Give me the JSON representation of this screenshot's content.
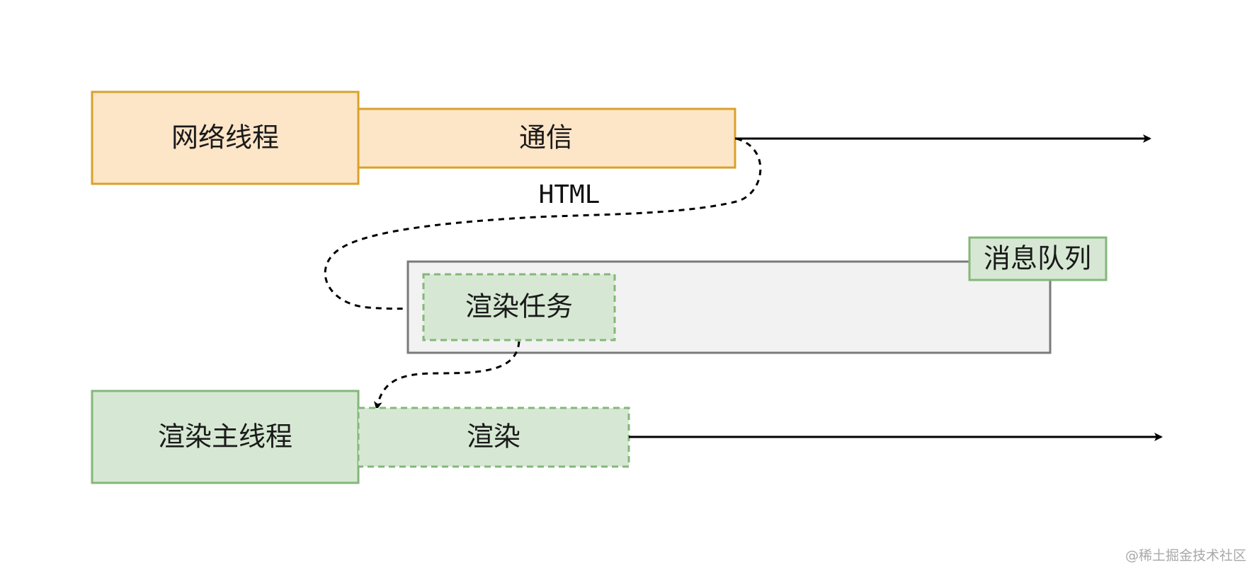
{
  "network_thread": {
    "label": "网络线程",
    "communication": "通信"
  },
  "edge_html": "HTML",
  "message_queue": {
    "label": "消息队列",
    "render_task": "渲染任务"
  },
  "render_main_thread": {
    "label": "渲染主线程",
    "render": "渲染"
  },
  "watermark": "@稀土掘金技术社区",
  "colors": {
    "orange_fill": "#fde5c8",
    "orange_stroke": "#d8a22a",
    "green_fill": "#d6e8d3",
    "green_stroke": "#84b77a",
    "queue_fill": "#f2f2f2",
    "queue_stroke": "#7a7a7a"
  }
}
